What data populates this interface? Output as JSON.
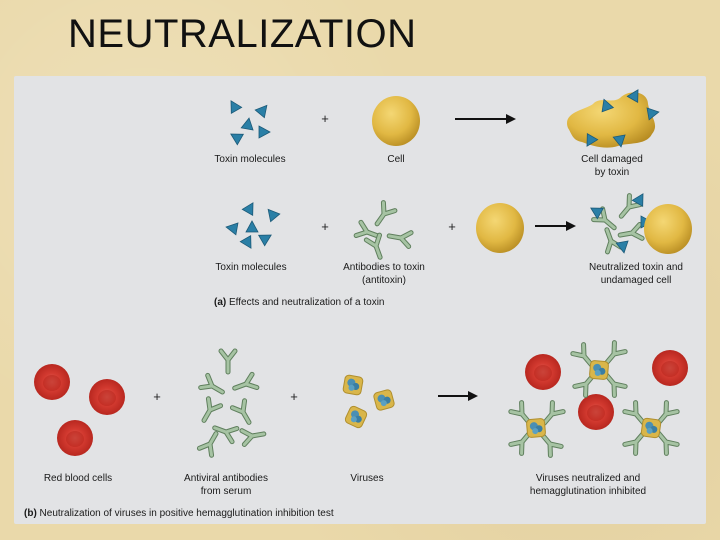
{
  "title": "NEUTRALIZATION",
  "panel_a": {
    "labels": {
      "toxin_molecules_1": "Toxin molecules",
      "cell": "Cell",
      "cell_damaged_line1": "Cell damaged",
      "cell_damaged_line2": "by toxin",
      "toxin_molecules_2": "Toxin molecules",
      "antibodies_line1": "Antibodies to toxin",
      "antibodies_line2": "(antitoxin)",
      "neutralized_line1": "Neutralized toxin and",
      "neutralized_line2": "undamaged cell"
    },
    "caption_letter": "(a)",
    "caption_text": " Effects and neutralization of a toxin",
    "plus": "+"
  },
  "panel_b": {
    "labels": {
      "rbc": "Red blood cells",
      "antiviral_line1": "Antiviral antibodies",
      "antiviral_line2": "from serum",
      "viruses": "Viruses",
      "neutralized_line1": "Viruses neutralized and",
      "neutralized_line2": "hemagglutination inhibited"
    },
    "caption_letter": "(b)",
    "caption_text": " Neutralization of viruses in positive hemagglutination inhibition test",
    "plus": "+"
  },
  "colors": {
    "toxin": "#2a7fa6",
    "cell": "#e1b843",
    "antibody": "#8fae8d",
    "rbc": "#c62a22",
    "virus": "#d9b64a"
  }
}
